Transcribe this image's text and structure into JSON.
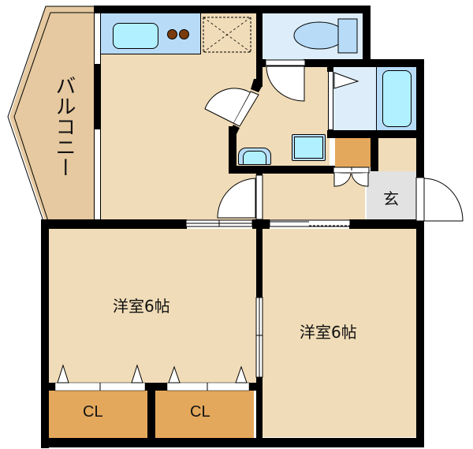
{
  "plan": {
    "balcony": {
      "label": "バルコニー"
    },
    "rooms": [
      {
        "id": "western-room-1",
        "label": "洋室6帖"
      },
      {
        "id": "western-room-2",
        "label": "洋室6帖"
      }
    ],
    "closets": [
      {
        "id": "closet-1",
        "label": "CL"
      },
      {
        "id": "closet-2",
        "label": "CL"
      }
    ],
    "entrance": {
      "label": "玄"
    }
  },
  "colors": {
    "floor": "#f0dcb8",
    "balcony": "#e6c9a0",
    "wet_area": "#ddeefa",
    "fixture_blue": "#b8dcf8",
    "fixture_water": "#b0f0ff",
    "closet": "#e4a85c",
    "entrance_tile": "#e2e2e2",
    "wall": "#000000",
    "burner": "#7a3c0c"
  }
}
